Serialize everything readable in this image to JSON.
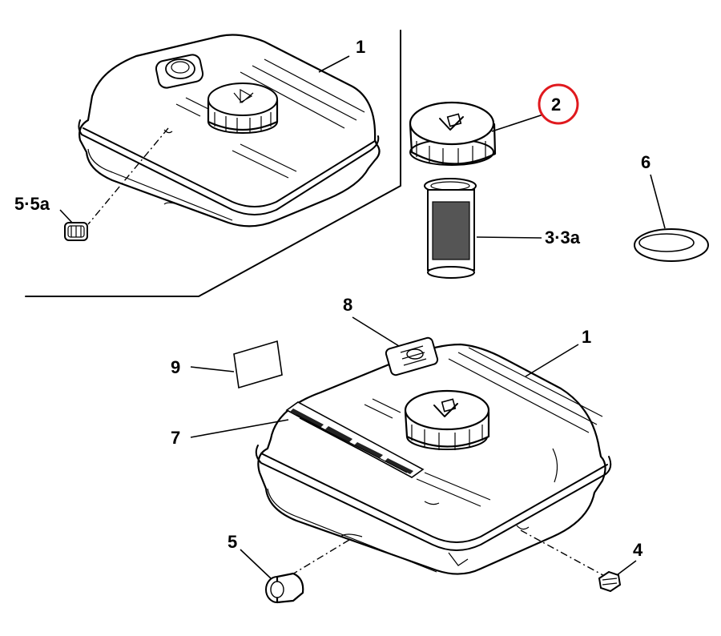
{
  "callouts": {
    "top_tank": "1",
    "cap": "2",
    "strainer": "3·3a",
    "drain_bolt_top": "5·5a",
    "washer": "6",
    "bottom_tank": "1",
    "label_fuel": "7",
    "fuel_gauge": "8",
    "label_small": "9",
    "drain_bolt_bottom": "5",
    "bolt": "4"
  },
  "highlight_color": "#e0191e",
  "highlighted_callout": "2"
}
